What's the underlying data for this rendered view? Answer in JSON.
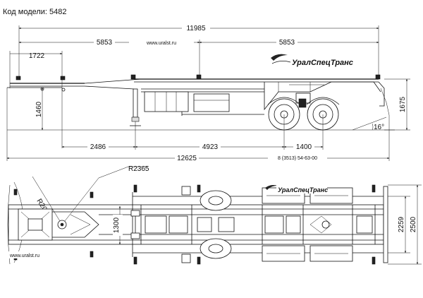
{
  "model": {
    "label": "Код модели: 5482"
  },
  "brand": {
    "name_top": "УралСпецТранс",
    "name_bottom": "УралСпецТранс",
    "url_top": "www.uralst.ru",
    "url_bottom": "www.uralst.ru",
    "phone": "8 (3513) 54-63-00"
  },
  "dimensions": {
    "overall_top": "11985",
    "left_half": "5853",
    "right_half": "5853",
    "front_overhang": "1722",
    "coupling_height": "1460",
    "rear_height": "1675",
    "angle": "16°",
    "kingpin_to_leg": "2486",
    "leg_to_axle": "4923",
    "axle_spread": "1400",
    "overall_length": "12625",
    "swing_radius_1": "R2365",
    "swing_radius_2": "R2040",
    "width_front": "1300",
    "width_inner": "2259",
    "width_overall": "2500"
  }
}
